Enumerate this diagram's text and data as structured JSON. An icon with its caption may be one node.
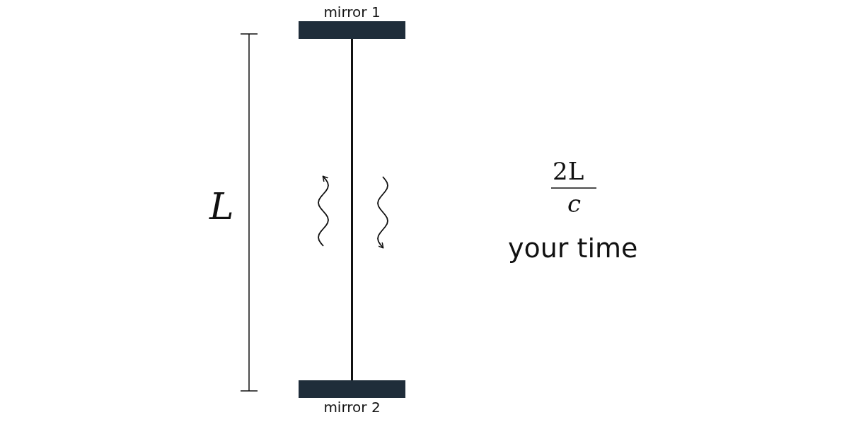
{
  "diagram": {
    "nodes": [
      {
        "text": [
          "mirror 1"
        ]
      },
      {
        "text": [
          "mirror 2"
        ]
      }
    ],
    "edges": [
      {
        "from": 0,
        "to": 1,
        "arrow": "none"
      }
    ],
    "labels": [
      "L",
      "2L",
      "c",
      "your time"
    ]
  }
}
